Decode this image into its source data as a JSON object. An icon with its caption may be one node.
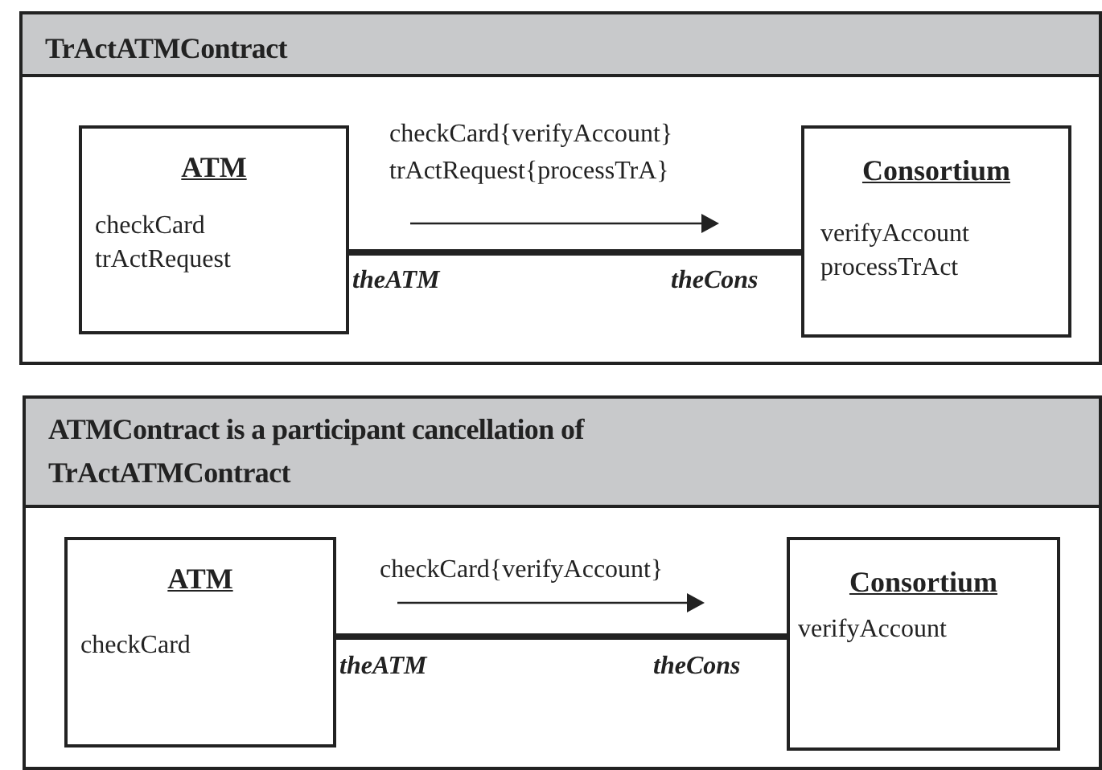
{
  "diagram": {
    "nodes": [
      {
        "text": [
          "TrActATMContract"
        ]
      },
      {
        "text": [
          "ATM",
          "checkCard trActRequest"
        ],
        "in": 0
      },
      {
        "text": [
          "Consortium",
          "verifyAccount processTrAct"
        ],
        "in": 0
      },
      {
        "text": [
          "ATMContract is a participant cancellation of TrActATMContract"
        ]
      },
      {
        "text": [
          "ATM",
          "checkCard"
        ],
        "in": 3
      },
      {
        "text": [
          "Consortium",
          "verifyAccount"
        ],
        "in": 3
      }
    ],
    "edges": [
      {
        "from": 1,
        "to": 2,
        "arrow": "none"
      },
      {
        "from": 4,
        "to": 5,
        "arrow": "none"
      }
    ],
    "labels": [
      "checkCard{verifyAccount}",
      "trActRequest{processTrA}",
      "theATM",
      "theCons",
      "checkCard{verifyAccount}",
      "theATM",
      "theCons"
    ]
  }
}
